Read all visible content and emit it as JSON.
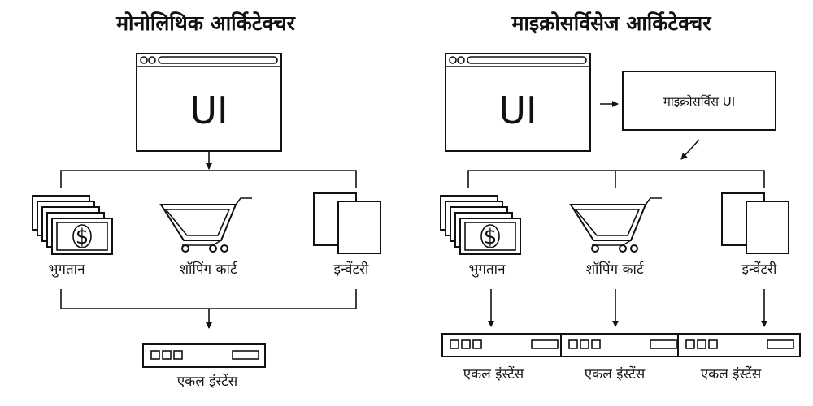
{
  "monolith": {
    "title": "मोनोलिथिक आर्किटेक्चर",
    "ui_label": "UI",
    "components": {
      "payment": "भुगतान",
      "cart": "शॉपिंग कार्ट",
      "inventory": "इन्वेंटरी"
    },
    "instance": "एकल इंस्टेंस"
  },
  "microservices": {
    "title": "माइक्रोसर्विसेज आर्किटेक्चर",
    "ui_label": "UI",
    "microservice_ui": "माइक्रोसर्विस UI",
    "components": {
      "payment": "भुगतान",
      "cart": "शॉपिंग कार्ट",
      "inventory": "इन्वेंटरी"
    },
    "instances": [
      "एकल इंस्टेंस",
      "एकल इंस्टेंस",
      "एकल इंस्टेंस"
    ]
  },
  "icons": {
    "money": "money-stack-icon",
    "dollar_sign": "$",
    "cart": "shopping-cart-icon",
    "documents": "documents-icon",
    "server": "server-icon",
    "browser": "browser-window-icon"
  }
}
